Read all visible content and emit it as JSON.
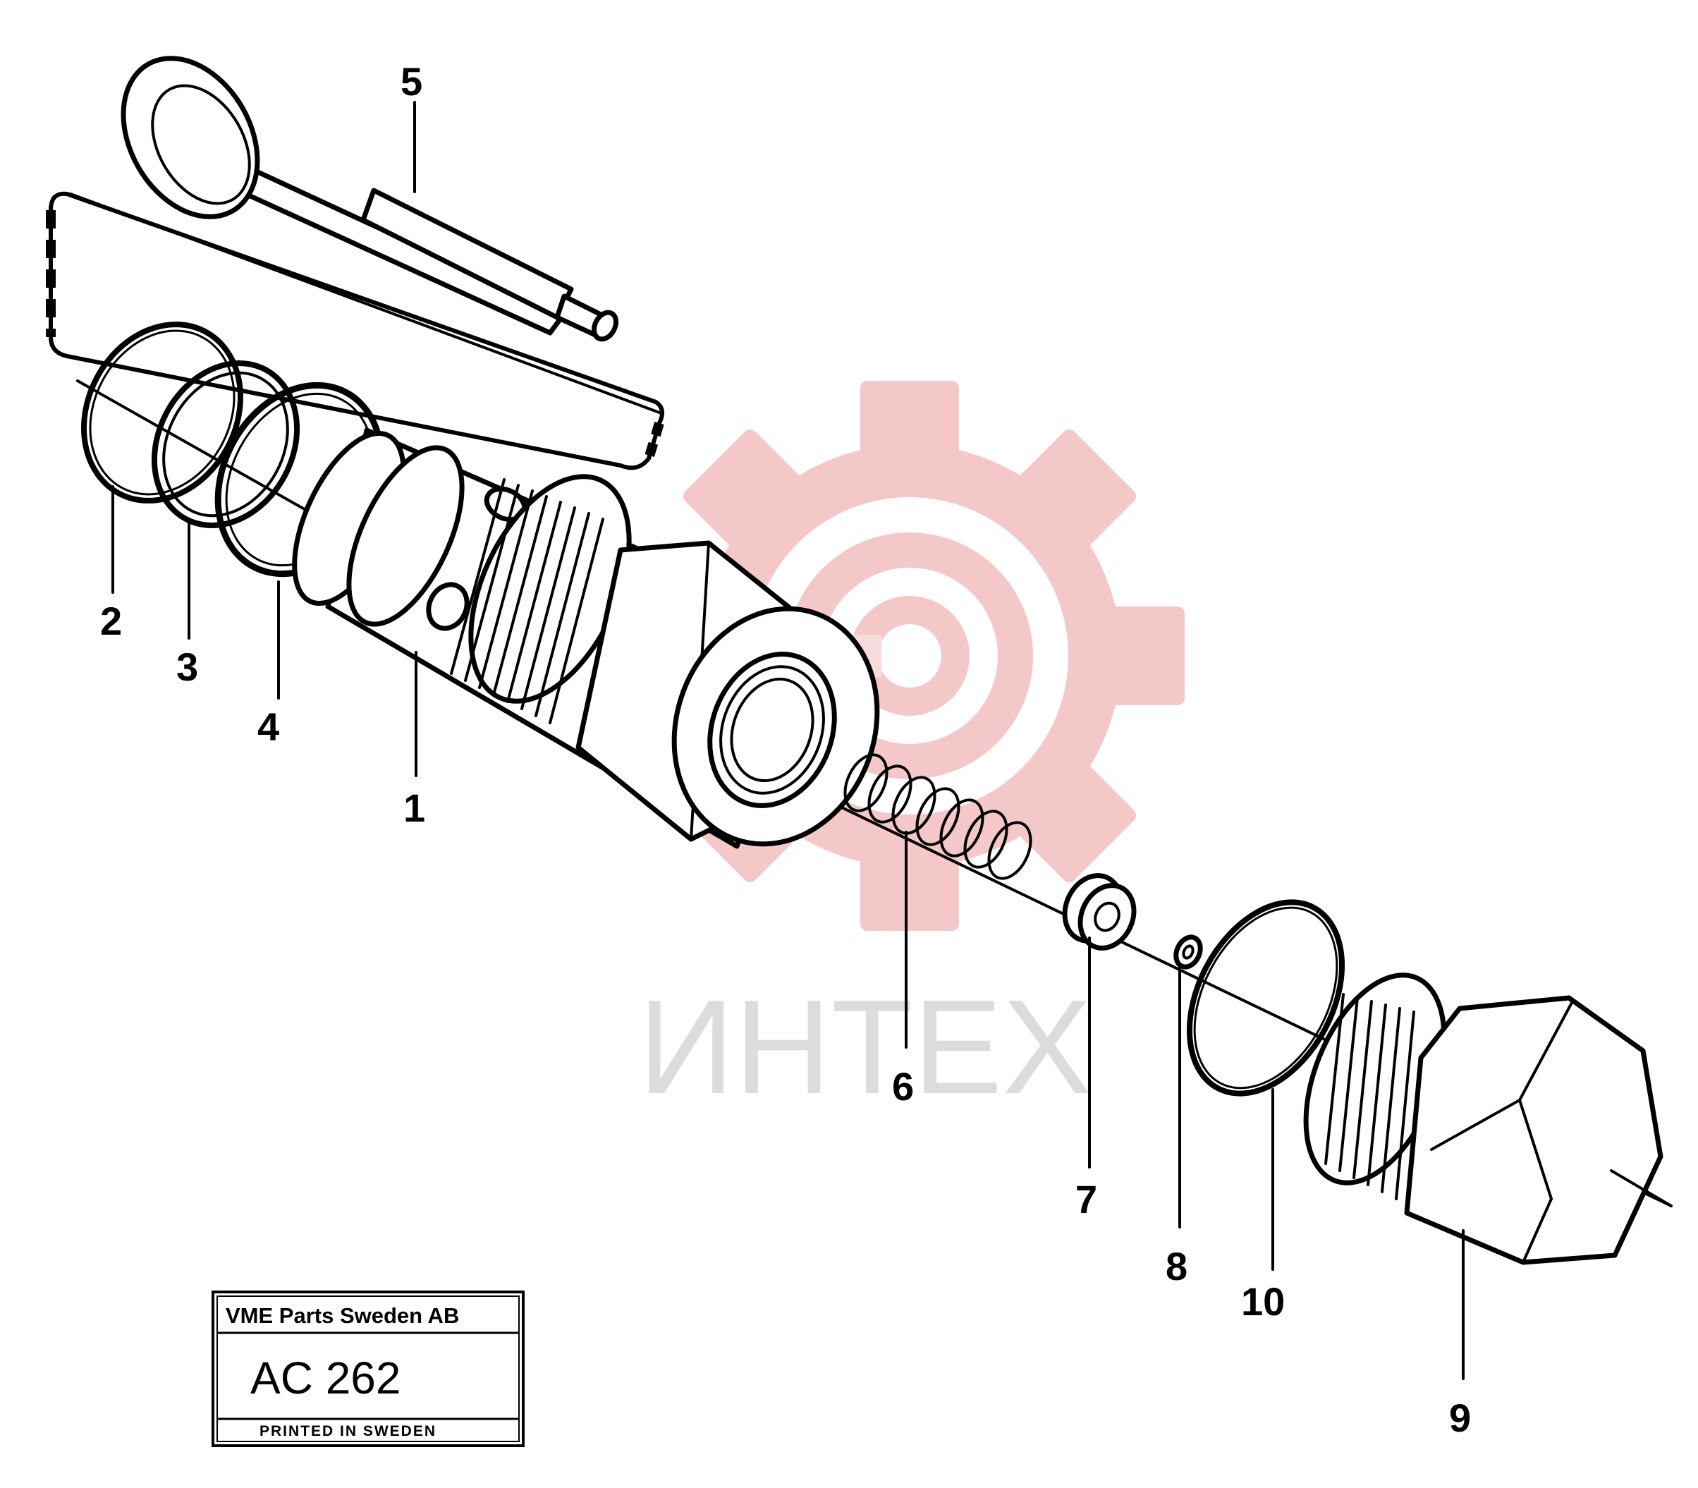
{
  "watermark": {
    "text": "ИНТЕХ",
    "gear_color": "#f4c8c8",
    "text_color": "#dcdcdc"
  },
  "title_block": {
    "company": "VME Parts Sweden AB",
    "code": "AC 262",
    "footer": "PRINTED IN SWEDEN"
  },
  "callouts": [
    {
      "id": "1",
      "part": "valve-body"
    },
    {
      "id": "2",
      "part": "o-ring"
    },
    {
      "id": "3",
      "part": "back-up-ring"
    },
    {
      "id": "4",
      "part": "o-ring"
    },
    {
      "id": "5",
      "part": "valve-piston"
    },
    {
      "id": "6",
      "part": "spring"
    },
    {
      "id": "7",
      "part": "spring-seat"
    },
    {
      "id": "8",
      "part": "shim-washer"
    },
    {
      "id": "9",
      "part": "plug"
    },
    {
      "id": "10",
      "part": "o-ring"
    }
  ]
}
